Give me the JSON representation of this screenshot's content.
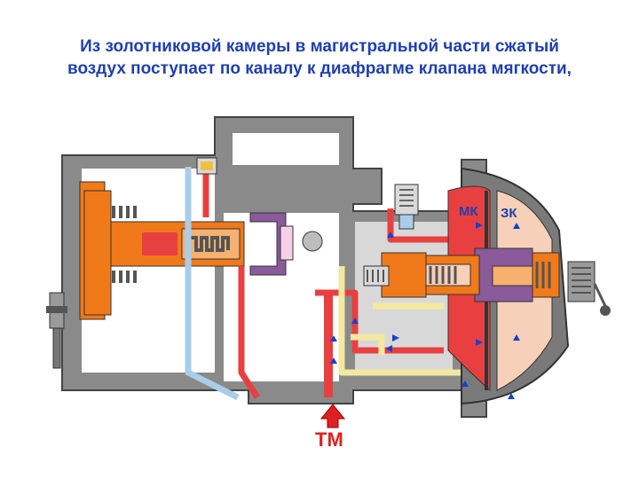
{
  "caption": {
    "line1": "Из золотниковой камеры в магистральной части сжатый",
    "line2": "воздух поступает по каналу к диафрагме клапана мягкости,"
  },
  "labels": {
    "mk": "МК",
    "zk": "ЗК",
    "tm": "ТМ"
  },
  "colors": {
    "caption": "#1f3fb0",
    "body": "#8a8a8a",
    "body_dark": "#5a5a5a",
    "air_pressure": "#e84040",
    "air_atmosphere": "#a9cde8",
    "channel_yellow": "#f3e8a0",
    "piston_orange": "#f07a1a",
    "valve_purple": "#8a5a9a",
    "chamber_pink": "#f6d0b8",
    "arrow_blue": "#1a3fd0",
    "tm_arrow": "#e02020"
  },
  "icons": [
    "flow-arrow-icon",
    "tm-inlet-arrow-icon"
  ]
}
